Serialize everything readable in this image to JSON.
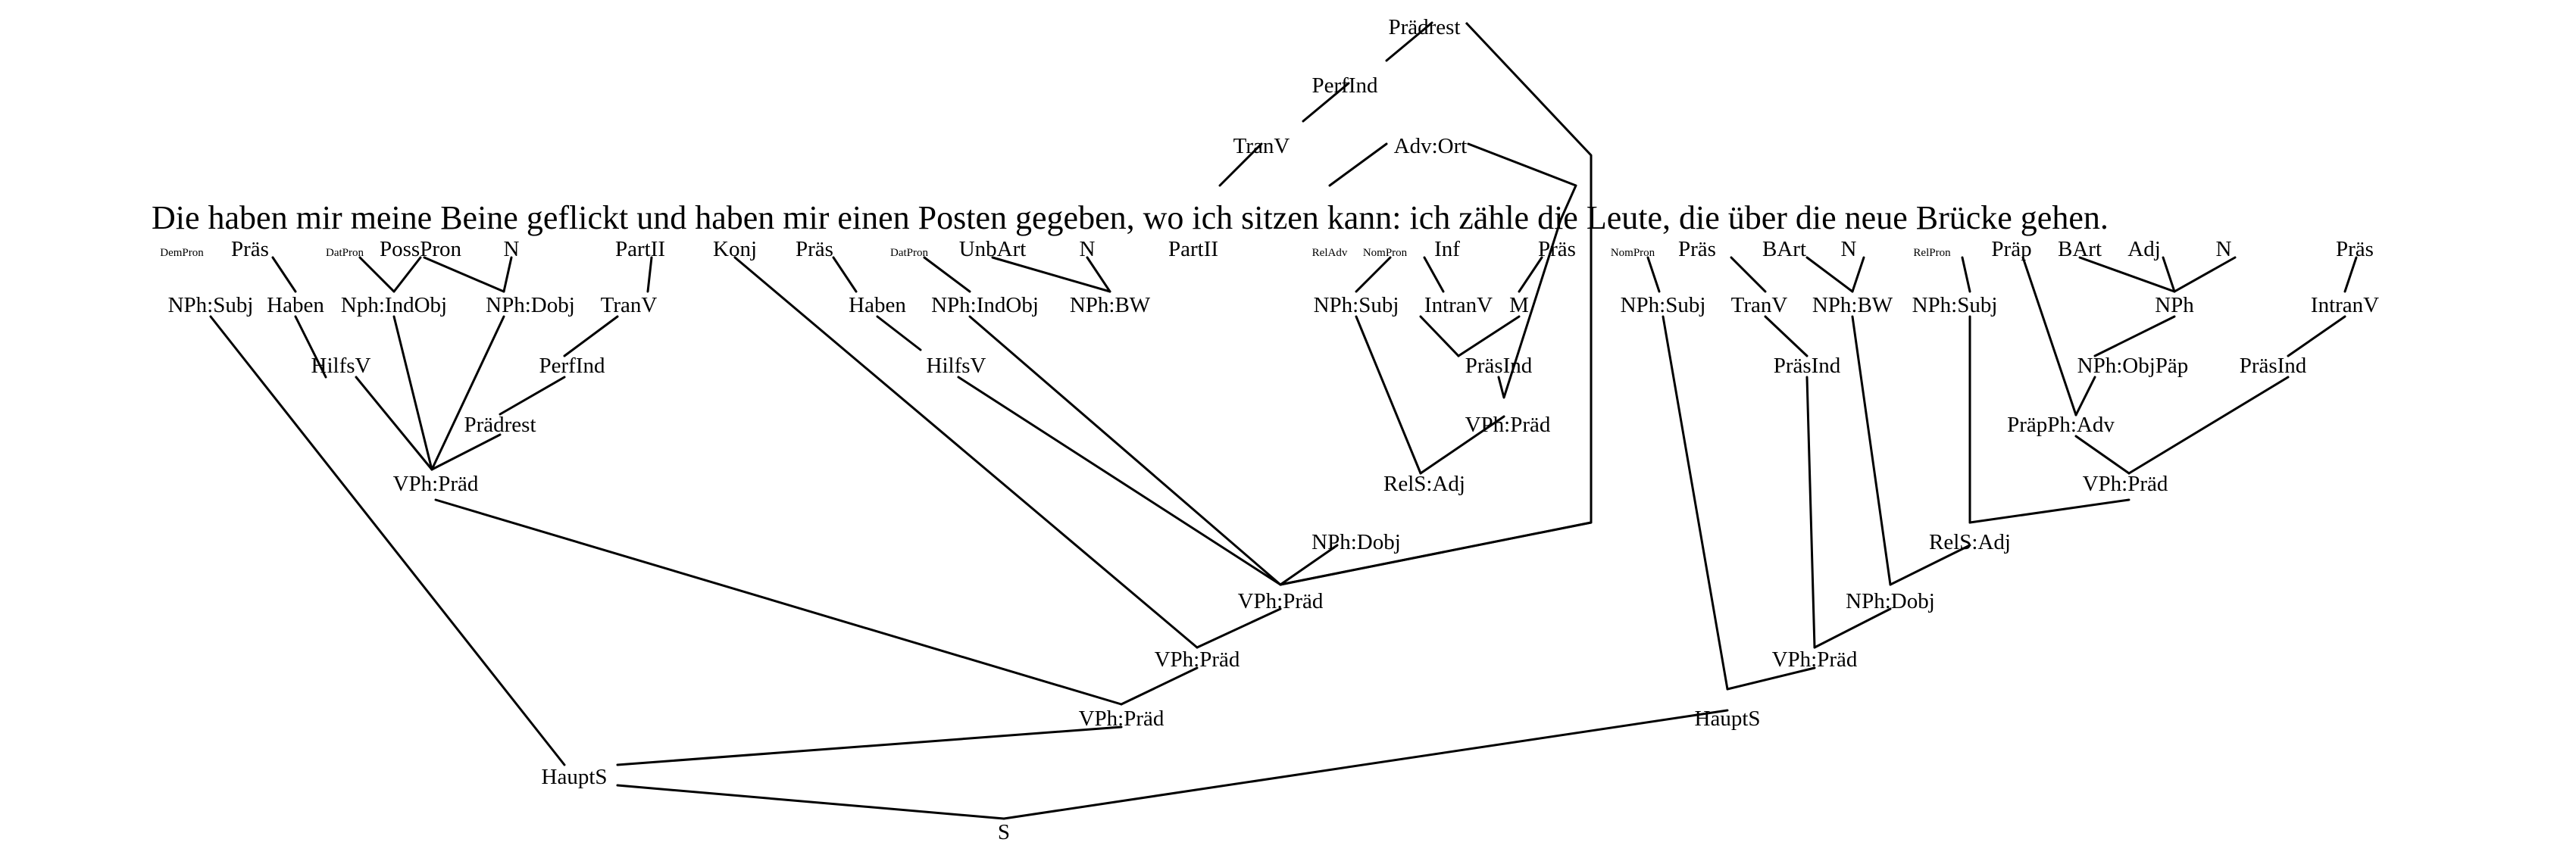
{
  "sentence": "Die haben mir meine Beine geflickt und haben mir einen Posten gegeben, wo ich sitzen kann: ich zähle die Leute, die über die neue Brücke gehen.",
  "nodes": {
    "root": "S",
    "hs1": "HauptS",
    "hs2": "HauptS",
    "a_subj": "NPh:Subj",
    "a_dempron": "DemPron",
    "a_pras": "Präs",
    "a_haben": "Haben",
    "a_hilfsv": "HilfsV",
    "a_datpron": "DatPron",
    "a_nphind": "Nph:IndObj",
    "a_posspron": "PossPron",
    "a_n": "N",
    "a_nphdobj": "NPh:Dobj",
    "a_part2": "PartII",
    "a_tranv": "TranV",
    "a_perfind": "PerfInd",
    "a_pradrest": "Prädrest",
    "a_vph": "VPh:Präd",
    "konj": "Konj",
    "vph_outer": "VPh:Präd",
    "vph_mid": "VPh:Präd",
    "b_pras": "Präs",
    "b_haben": "Haben",
    "b_hilfsv": "HilfsV",
    "b_datpron": "DatPron",
    "b_nphind": "NPh:IndObj",
    "b_unbart": "UnbArt",
    "b_n": "N",
    "b_nphbw": "NPh:BW",
    "b_part2": "PartII",
    "b_tranv": "TranV",
    "b_perfind": "PerfInd",
    "b_pradrest": "Prädrest",
    "b_advort": "Adv:Ort",
    "b_reladv": "RelAdv",
    "b_nompron": "NomPron",
    "b_nphsubj": "NPh:Subj",
    "b_inf": "Inf",
    "b_intranv": "IntranV",
    "b_pras2": "Präs",
    "b_m": "M",
    "b_prasind": "PräsInd",
    "b_vphpr": "VPh:Präd",
    "b_rels": "RelS:Adj",
    "b_nphdobj": "NPh:Dobj",
    "b_vph": "VPh:Präd",
    "c_nompron": "NomPron",
    "c_nphsubj": "NPh:Subj",
    "c_pras": "Präs",
    "c_tranv": "TranV",
    "c_prasind": "PräsInd",
    "c_bart": "BArt",
    "c_n": "N",
    "c_nphbw": "NPh:BW",
    "c_relpron": "RelPron",
    "c_nphsubj2": "NPh:Subj",
    "c_prap": "Präp",
    "c_bart2": "BArt",
    "c_adj": "Adj",
    "c_n2": "N",
    "c_nph": "NPh",
    "c_nphobj": "NPh:ObjPäp",
    "c_prapph": "PräpPh:Adv",
    "c_pras2": "Präs",
    "c_intranv": "IntranV",
    "c_prasind2": "PräsInd",
    "c_vphpr": "VPh:Präd",
    "c_rels": "RelS:Adj",
    "c_nphdobj": "NPh:Dobj",
    "c_vph": "VPh:Präd"
  }
}
